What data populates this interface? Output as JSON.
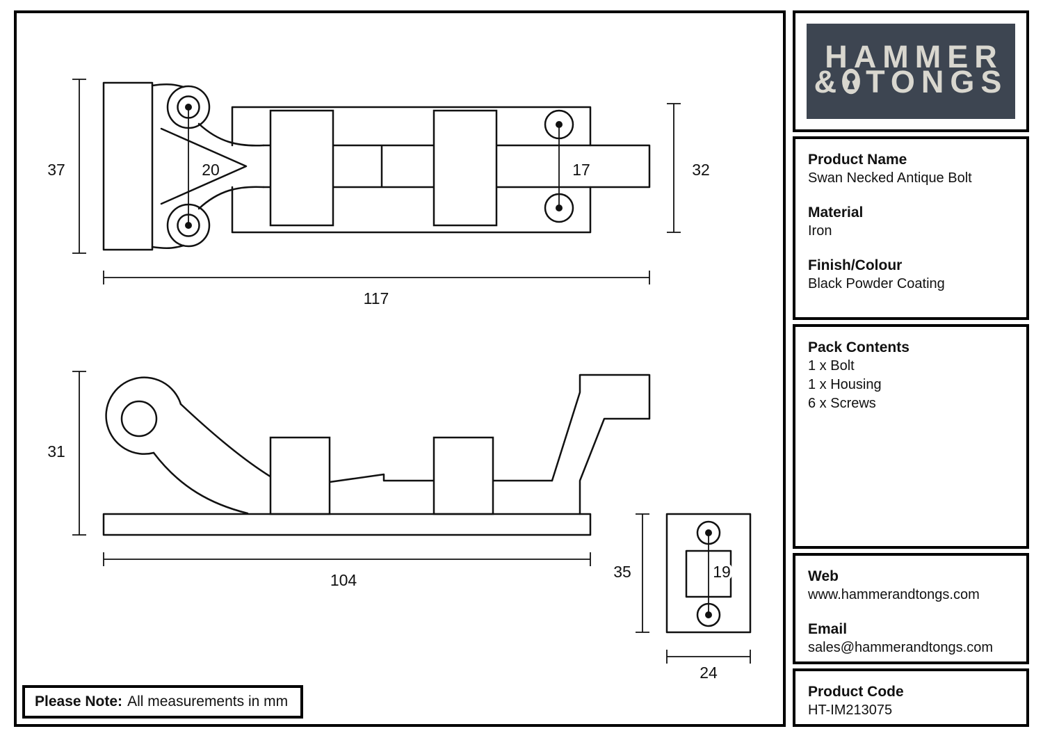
{
  "note": {
    "label": "Please Note:",
    "text": "All measurements in mm"
  },
  "logo": {
    "line1": "HAMMER",
    "amp": "&",
    "line2": "TONGS"
  },
  "product": {
    "name_label": "Product Name",
    "name": "Swan Necked Antique Bolt",
    "material_label": "Material",
    "material": "Iron",
    "finish_label": "Finish/Colour",
    "finish": "Black Powder Coating"
  },
  "pack": {
    "label": "Pack Contents",
    "items": [
      "1 x Bolt",
      "1 x Housing",
      "6 x Screws"
    ]
  },
  "contact": {
    "web_label": "Web",
    "web": "www.hammerandtongs.com",
    "email_label": "Email",
    "email": "sales@hammerandtongs.com"
  },
  "code": {
    "label": "Product Code",
    "value": "HT-IM213075"
  },
  "drawing": {
    "units": "mm",
    "plan": {
      "height": "37",
      "hole_spacing": "20",
      "bolt_hole_spacing": "17",
      "housing_height": "32",
      "length": "117"
    },
    "side": {
      "height": "31",
      "length": "104"
    },
    "housing": {
      "height": "35",
      "slot": "19",
      "width": "24"
    }
  },
  "colors": {
    "logo_bg": "#3d4551",
    "logo_text": "#d9d7cf",
    "ink": "#111111"
  }
}
